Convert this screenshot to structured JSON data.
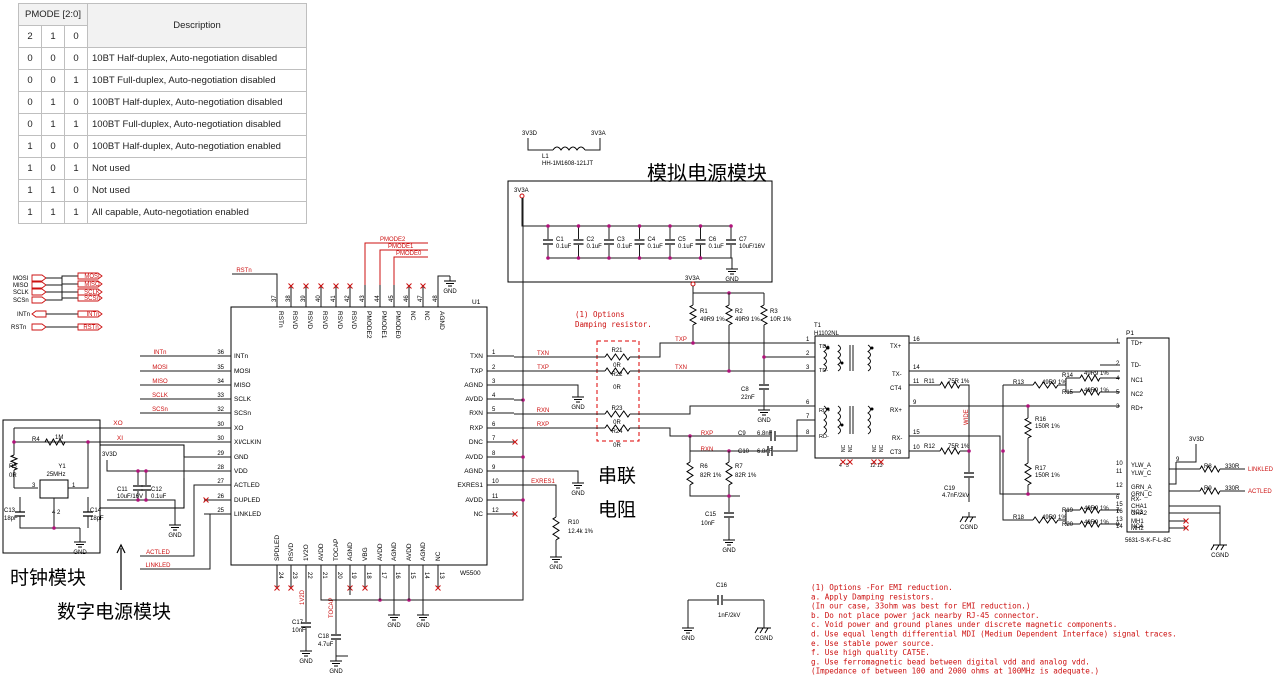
{
  "pmode_table": {
    "header": "PMODE [2:0]",
    "desc_header": "Description",
    "bits": [
      "2",
      "1",
      "0"
    ],
    "rows": [
      {
        "b2": "0",
        "b1": "0",
        "b0": "0",
        "desc": "10BT Half-duplex, Auto-negotiation disabled"
      },
      {
        "b2": "0",
        "b1": "0",
        "b0": "1",
        "desc": "10BT Full-duplex, Auto-negotiation disabled"
      },
      {
        "b2": "0",
        "b1": "1",
        "b0": "0",
        "desc": "100BT Half-duplex, Auto-negotiation disabled"
      },
      {
        "b2": "0",
        "b1": "1",
        "b0": "1",
        "desc": "100BT Full-duplex, Auto-negotiation disabled"
      },
      {
        "b2": "1",
        "b1": "0",
        "b0": "0",
        "desc": "100BT Half-duplex, Auto-negotiation enabled"
      },
      {
        "b2": "1",
        "b1": "0",
        "b0": "1",
        "desc": "Not used"
      },
      {
        "b2": "1",
        "b1": "1",
        "b0": "0",
        "desc": "Not used"
      },
      {
        "b2": "1",
        "b1": "1",
        "b0": "1",
        "desc": "All capable, Auto-negotiation enabled"
      }
    ]
  },
  "annotations": {
    "analog_power": "模拟电源模块",
    "series_resistor_1": "串联",
    "series_resistor_2": "电阻",
    "clock_module": "时钟模块",
    "digital_power": "数字电源模块"
  },
  "ferrite": {
    "left": "3V3D",
    "right": "3V3A",
    "ref": "L1",
    "part": "HH-1M1608-121JT"
  },
  "spi_ports": {
    "left": [
      "SCSn",
      "SCLK",
      "MISO",
      "MOSI"
    ],
    "right": [
      "MOSI",
      "MISO",
      "SCLK",
      "SCSn"
    ],
    "int_l": "INTn",
    "int_r": "INTn",
    "rst_l": "RSTn",
    "rst_r": "RSTn"
  },
  "u1": {
    "ref": "U1",
    "part": "W5500",
    "left_pins": [
      {
        "num": "36",
        "name": "INTn",
        "net": "INTn"
      },
      {
        "num": "35",
        "name": "MOSI",
        "net": "MOSI"
      },
      {
        "num": "34",
        "name": "MISO",
        "net": "MISO"
      },
      {
        "num": "33",
        "name": "SCLK",
        "net": "SCLK"
      },
      {
        "num": "32",
        "name": "SCSn",
        "net": "SCSn"
      },
      {
        "num": "30",
        "name": "XO",
        "net": "XO"
      },
      {
        "num": "30",
        "name": "XI/CLKIN",
        "net": "XI"
      },
      {
        "num": "29",
        "name": "GND",
        "net": ""
      },
      {
        "num": "28",
        "name": "VDD",
        "net": ""
      },
      {
        "num": "27",
        "name": "ACTLED",
        "net": ""
      },
      {
        "num": "26",
        "name": "DUPLED",
        "net": ""
      },
      {
        "num": "25",
        "name": "LINKLED",
        "net": ""
      }
    ],
    "right_pins": [
      {
        "num": "1",
        "name": "TXN",
        "net": "TXN"
      },
      {
        "num": "2",
        "name": "TXP",
        "net": "TXP"
      },
      {
        "num": "3",
        "name": "AGND",
        "net": ""
      },
      {
        "num": "4",
        "name": "AVDD",
        "net": ""
      },
      {
        "num": "5",
        "name": "RXN",
        "net": "RXN"
      },
      {
        "num": "6",
        "name": "RXP",
        "net": "RXP"
      },
      {
        "num": "7",
        "name": "DNC",
        "net": ""
      },
      {
        "num": "8",
        "name": "AVDD",
        "net": ""
      },
      {
        "num": "9",
        "name": "AGND",
        "net": ""
      },
      {
        "num": "10",
        "name": "EXRES1",
        "net": "EXRES1"
      },
      {
        "num": "11",
        "name": "AVDD",
        "net": ""
      },
      {
        "num": "12",
        "name": "NC",
        "net": ""
      }
    ],
    "top_pins": [
      {
        "num": "37",
        "name": "RSTn"
      },
      {
        "num": "38",
        "name": "RSVD"
      },
      {
        "num": "39",
        "name": "RSVD"
      },
      {
        "num": "40",
        "name": "RSVD"
      },
      {
        "num": "41",
        "name": "RSVD"
      },
      {
        "num": "42",
        "name": "RSVD"
      },
      {
        "num": "43",
        "name": "PMODE2"
      },
      {
        "num": "44",
        "name": "PMODE1"
      },
      {
        "num": "45",
        "name": "PMODE0"
      },
      {
        "num": "46",
        "name": "NC"
      },
      {
        "num": "47",
        "name": "NC"
      },
      {
        "num": "48",
        "name": "AGND"
      }
    ],
    "bottom_pins": [
      {
        "num": "24",
        "name": "SPDLED"
      },
      {
        "num": "23",
        "name": "RSVD"
      },
      {
        "num": "22",
        "name": "1V2O"
      },
      {
        "num": "21",
        "name": "AVDD"
      },
      {
        "num": "20",
        "name": "TOCAP"
      },
      {
        "num": "19",
        "name": "AGND"
      },
      {
        "num": "18",
        "name": "VBG"
      },
      {
        "num": "17",
        "name": "AVDD"
      },
      {
        "num": "16",
        "name": "AGND"
      },
      {
        "num": "15",
        "name": "AVDD"
      },
      {
        "num": "14",
        "name": "AGND"
      },
      {
        "num": "13",
        "name": "NC"
      }
    ],
    "top_nets": {
      "rstn": "RSTn",
      "pmode2": "PMODE2",
      "pmode1": "PMODE1",
      "pmode0": "PMODE0"
    }
  },
  "crystal": {
    "ref": "Y1",
    "freq": "25MHz",
    "r4": "R4",
    "r4_val": "1M",
    "r5": "R5",
    "r5_val": "0R",
    "c13": "C13",
    "c13_val": "18pF",
    "c14": "C14",
    "c14_val": "18pF",
    "pins": [
      "3",
      "1",
      "2",
      "4"
    ],
    "xo": "XO",
    "xi": "XI"
  },
  "dig_power": {
    "rail": "3V3D",
    "c11": "C11",
    "c11_val": "10uF/16V",
    "c12": "C12",
    "c12_val": "0.1uF"
  },
  "led_nets": {
    "actled": "ACTLED",
    "linkled": "LINKLED"
  },
  "bottom_parts": {
    "c17": "C17",
    "c17_val": "10nF",
    "c18": "C18",
    "c18_val": "4.7uF",
    "net_1v2": "1V2D",
    "net_tocap": "TOCAP"
  },
  "analog_caps": {
    "rail": "3V3A",
    "caps": [
      {
        "ref": "C1",
        "val": "0.1uF"
      },
      {
        "ref": "C2",
        "val": "0.1uF"
      },
      {
        "ref": "C3",
        "val": "0.1uF"
      },
      {
        "ref": "C4",
        "val": "0.1uF"
      },
      {
        "ref": "C5",
        "val": "0.1uF"
      },
      {
        "ref": "C6",
        "val": "0.1uF"
      },
      {
        "ref": "C7",
        "val": "10uF/16V"
      }
    ]
  },
  "damping": {
    "note1": "(1) Options",
    "note2": "Damping resistor.",
    "resistors": [
      {
        "ref": "R21",
        "val": "0R"
      },
      {
        "ref": "R22",
        "val": "0R"
      },
      {
        "ref": "R23",
        "val": "0R"
      },
      {
        "ref": "R24",
        "val": "0R"
      }
    ]
  },
  "exres": {
    "ref": "R10",
    "val": "12.4k 1%",
    "net": "EXRES1"
  },
  "terminations": {
    "rail": "3V3A",
    "r1": "R1",
    "r1_val": "49R9 1%",
    "r2": "R2",
    "r2_val": "49R9 1%",
    "r3": "R3",
    "r3_val": "10R 1%",
    "c8": "C8",
    "c8_val": "22nF",
    "c9": "C9",
    "c9_val": "6.8nF",
    "c10": "C10",
    "c10_val": "6.8nF",
    "r6": "R6",
    "r6_val": "82R 1%",
    "r7": "R7",
    "r7_val": "82R 1%",
    "c15": "C15",
    "c15_val": "10nF"
  },
  "transformer": {
    "ref": "T1",
    "part": "H1102NL",
    "left_pins": [
      "1",
      "2",
      "3",
      "6",
      "7",
      "8"
    ],
    "right_pins": [
      "16",
      "14",
      "11",
      "9",
      "15",
      "10"
    ],
    "labels": [
      "TX+",
      "TX-",
      "CT4",
      "RX+",
      "RX-",
      "CT3",
      "TD+",
      "TD-",
      "RD+",
      "RD-"
    ],
    "nc": [
      "NC",
      "NC",
      "NC",
      "NC"
    ],
    "nc_pins": [
      "4",
      "5",
      "12",
      "13"
    ],
    "wide": "WIDE"
  },
  "rj45": {
    "ref": "P1",
    "part": "5631-S-K-F-L-8C",
    "pins": [
      {
        "num": "1",
        "name": "TD+"
      },
      {
        "num": "2",
        "name": "TD-"
      },
      {
        "num": "4",
        "name": "NC1"
      },
      {
        "num": "5",
        "name": "NC2"
      },
      {
        "num": "3",
        "name": "RD+"
      },
      {
        "num": "10",
        "name": "YLW_A"
      },
      {
        "num": "11",
        "name": "YLW_C"
      },
      {
        "num": "12",
        "name": "GRN_A"
      },
      {
        "num": "",
        "name": "GRN_C"
      },
      {
        "num": "6",
        "name": "RX-"
      },
      {
        "num": "7",
        "name": "NC3"
      },
      {
        "num": "8",
        "name": "NC4"
      },
      {
        "num": "15",
        "name": "CHA1"
      },
      {
        "num": "16",
        "name": "CHA2"
      },
      {
        "num": "13",
        "name": "MH1"
      },
      {
        "num": "14",
        "name": "MH2"
      }
    ],
    "pin9": "9",
    "r8": "R8",
    "r8_val": "330R",
    "r9": "R9",
    "r9_val": "330R",
    "linkled": "LINKLED",
    "actled": "ACTLED",
    "rail": "3V3D"
  },
  "bob_smith": {
    "r11": "R11",
    "r11_val": "75R 1%",
    "r12": "R12",
    "r12_val": "75R 1%",
    "r13": "R13",
    "r13_val": "49R9 1%",
    "r14": "R14",
    "r14_val": "49R9 1%",
    "r15": "R15",
    "r15_val": "49R9 1%",
    "r16": "R16",
    "r16_val": "150R 1%",
    "r17": "R17",
    "r17_val": "150R 1%",
    "r18": "R18",
    "r18_val": "49R9 1%",
    "r19": "R19",
    "r19_val": "49R9 1%",
    "r20": "R20",
    "r20_val": "49R9 1%",
    "c19": "C19",
    "c19_val": "4.7nF/2kV"
  },
  "c16": {
    "ref": "C16",
    "val": "1nF/2kV"
  },
  "grounds": {
    "gnd": "GND",
    "cgnd": "CGND"
  },
  "notes": [
    "(1) Options -For EMI reduction.",
    "   a. Apply Damping resistors.",
    "   (In our case, 33ohm was best for EMI reduction.)",
    "   b. Do not place power jack nearby RJ-45 connector.",
    "   c. Void power and ground planes under discrete magnetic components.",
    "   d. Use equal length differential MDI (Medium Dependent Interface) signal traces.",
    "   e. Use stable power source.",
    "   f. Use high quality CAT5E.",
    "   g. Use ferromagnetic bead between digital vdd and analog vdd.",
    "     (Impedance of between 100 and 2000 ohms at 100MHz is adequate.)"
  ],
  "colors": {
    "wire": "#1a1a1a",
    "net": "#cc1111",
    "junction": "#b0127a",
    "nc_mark": "#cc1111",
    "dash_box": "#dd0000"
  }
}
